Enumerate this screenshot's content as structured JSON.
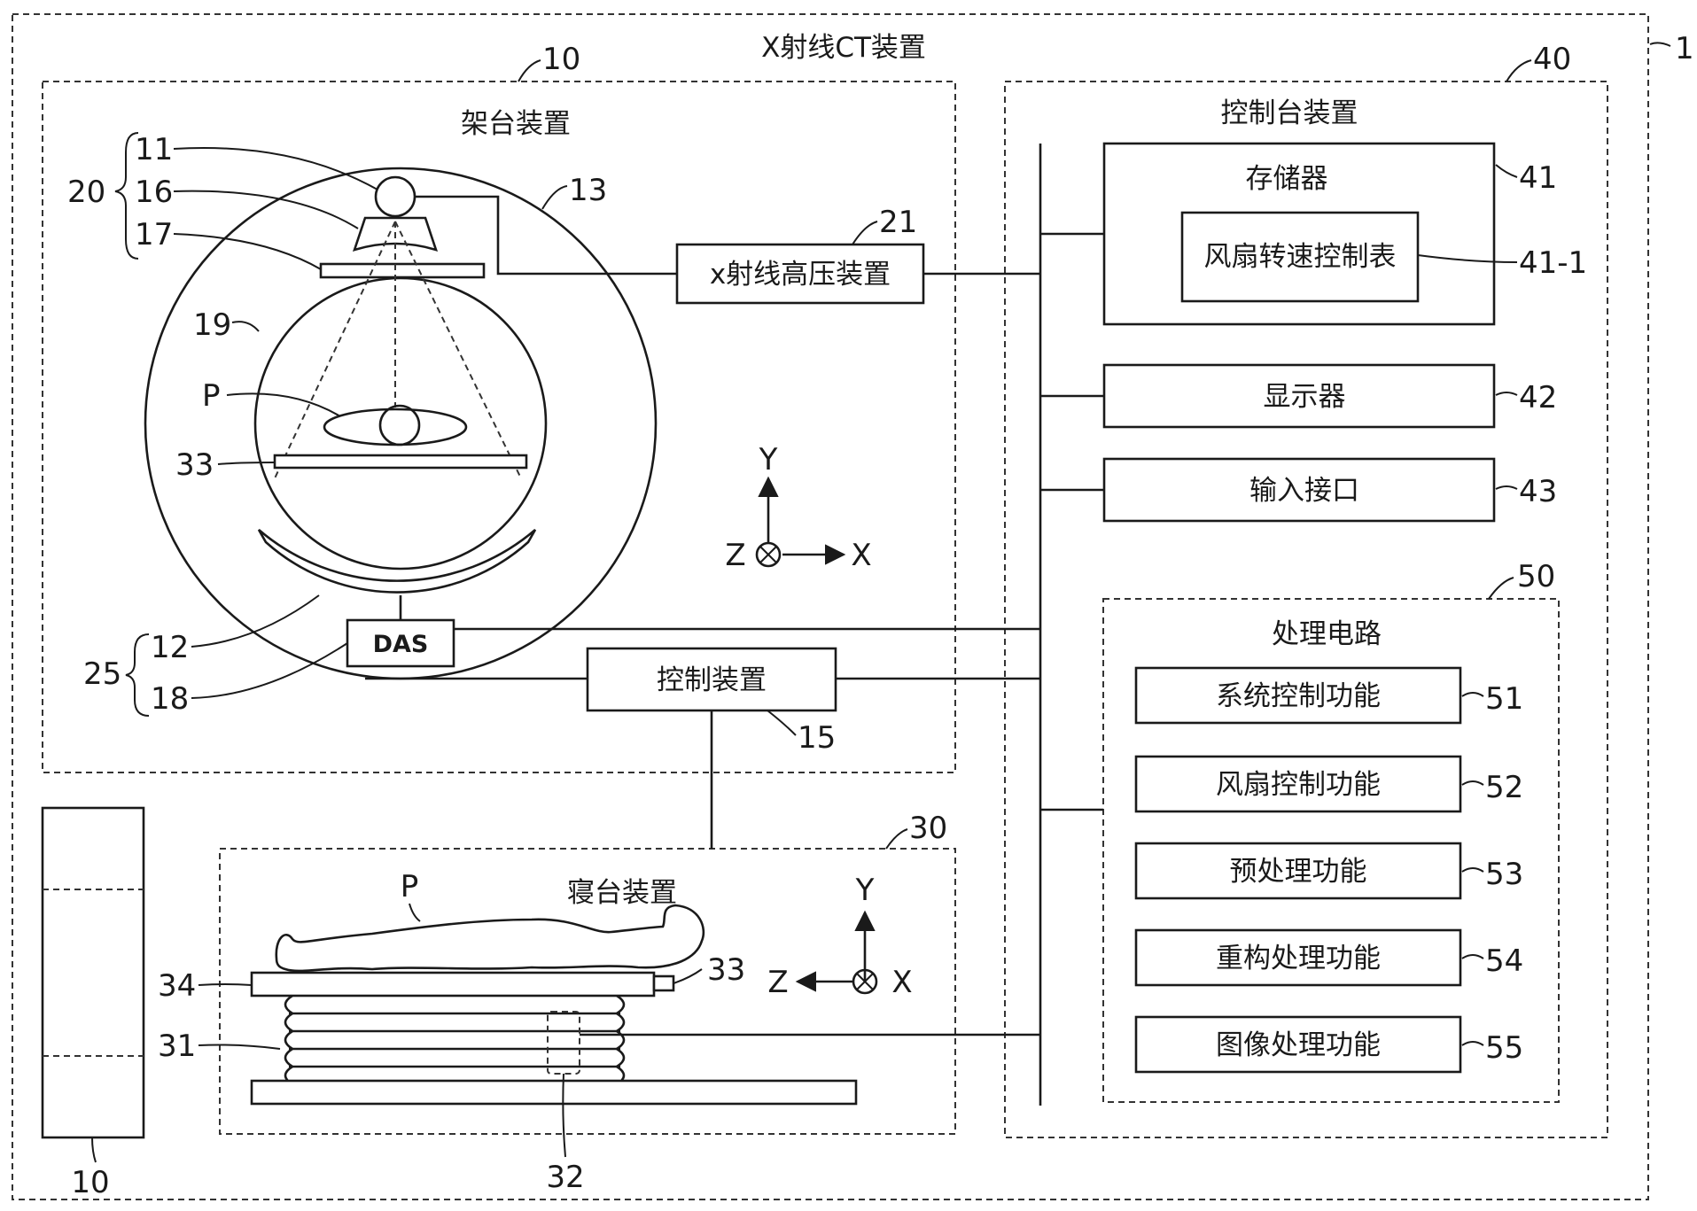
{
  "titles": {
    "ct_apparatus": "X射线CT装置",
    "gantry": "架台装置",
    "console": "控制台装置",
    "couch": "寝台装置",
    "processing": "处理电路"
  },
  "boxes": {
    "hv": "x射线高压装置",
    "das": "DAS",
    "control": "控制装置",
    "memory": "存储器",
    "fan_table": "风扇转速控制表",
    "display": "显示器",
    "input": "输入接口",
    "func_system": "系统控制功能",
    "func_fan": "风扇控制功能",
    "func_pre": "预处理功能",
    "func_recon": "重构处理功能",
    "func_image": "图像处理功能"
  },
  "refs": {
    "r1": "1",
    "r10_gantry": "10",
    "r10_side": "10",
    "r11": "11",
    "r12": "12",
    "r13": "13",
    "r15": "15",
    "r16": "16",
    "r17": "17",
    "r18": "18",
    "r19": "19",
    "r20": "20",
    "r21": "21",
    "r25": "25",
    "r30": "30",
    "r31": "31",
    "r32": "32",
    "r33_gantry": "33",
    "r33_couch": "33",
    "r34": "34",
    "r40": "40",
    "r41": "41",
    "r41_1": "41-1",
    "r42": "42",
    "r43": "43",
    "r50": "50",
    "r51": "51",
    "r52": "52",
    "r53": "53",
    "r54": "54",
    "r55": "55",
    "p_gantry": "P",
    "p_couch": "P"
  },
  "axes": {
    "gantry": {
      "y": "Y",
      "z": "Z",
      "x": "X"
    },
    "couch": {
      "y": "Y",
      "z": "Z",
      "x": "X"
    }
  }
}
